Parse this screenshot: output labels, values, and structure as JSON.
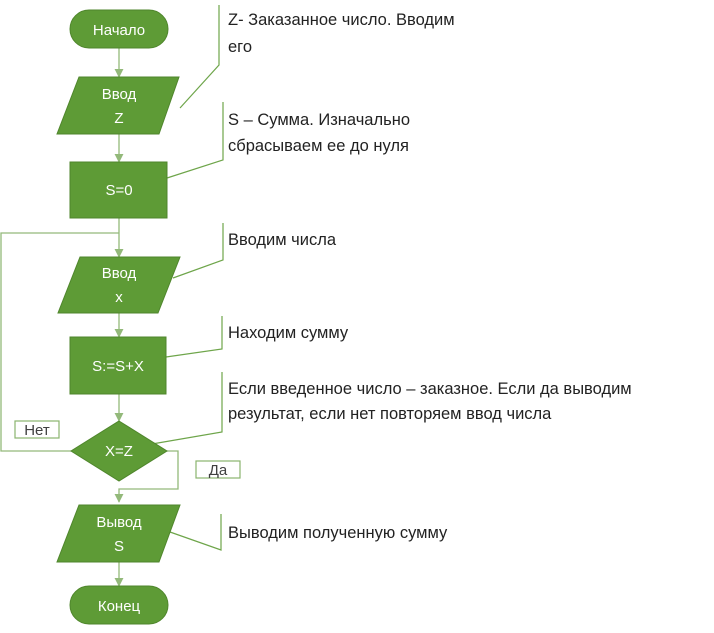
{
  "nodes": {
    "start": {
      "label": "Начало"
    },
    "input_z": {
      "line1": "Ввод",
      "line2": "Z"
    },
    "set_s": {
      "label": "S=0"
    },
    "input_x": {
      "line1": "Ввод",
      "line2": "x"
    },
    "sum": {
      "label": "S:=S+X"
    },
    "decision": {
      "label": "X=Z"
    },
    "output_s": {
      "line1": "Вывод",
      "line2": "S"
    },
    "end": {
      "label": "Конец"
    }
  },
  "branches": {
    "no": "Нет",
    "yes": "Да"
  },
  "comments": {
    "c1": {
      "line1": "Z- Заказанное число. Вводим",
      "line2": "его"
    },
    "c2": {
      "line1": "S – Сумма. Изначально",
      "line2": "сбрасываем ее до нуля"
    },
    "c3": {
      "line1": "Вводим числа"
    },
    "c4": {
      "line1": "Находим сумму"
    },
    "c5": {
      "line1": "Если введенное число – заказное. Если да выводим",
      "line2": "результат, если нет повторяем ввод числа"
    },
    "c6": {
      "line1": "Выводим полученную сумму"
    }
  },
  "colors": {
    "shape_fill": "#5e9b36",
    "connector": "#93b97a",
    "bracket": "#6ea54a",
    "text_on_shape": "#ffffff"
  }
}
